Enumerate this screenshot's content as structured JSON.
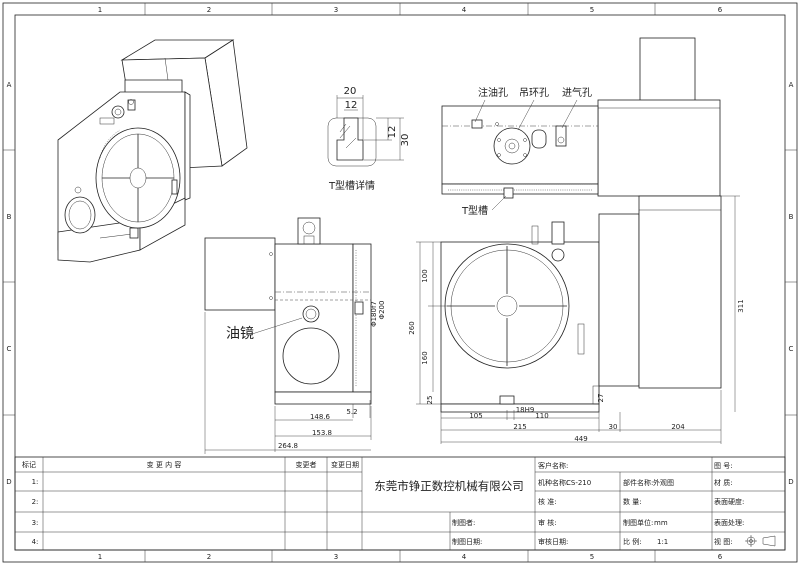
{
  "frame": {
    "columns": [
      "1",
      "2",
      "3",
      "4",
      "5",
      "6"
    ],
    "rows": [
      "A",
      "B",
      "C",
      "D"
    ]
  },
  "callouts": {
    "oil_fill_hole": "注油孔",
    "lifting_hole": "吊环孔",
    "air_inlet": "进气孔",
    "t_slot": "T型槽",
    "t_slot_detail": "T型槽详情",
    "oil_sight_glass": "油镜"
  },
  "t_slot_dims": {
    "w1": "20",
    "w2": "12",
    "h1": "12",
    "h2": "30"
  },
  "side_dims": {
    "d1": "148.6",
    "d2": "153.8",
    "d3": "264.8",
    "d4": "5.2",
    "dia1": "Φ180f7",
    "dia2": "Φ200"
  },
  "front_dims": {
    "h100": "100",
    "h260": "260",
    "h160": "160",
    "h25": "25",
    "h27": "27",
    "h311": "311",
    "w105": "105",
    "w18": "18H9",
    "w110": "110",
    "w215": "215",
    "w30": "30",
    "w204": "204",
    "w449": "449"
  },
  "title_block": {
    "col_mark": "标记",
    "col_content": "变 更 内 容",
    "col_changer": "变更者",
    "col_date": "变更日期",
    "rows": [
      "1:",
      "2:",
      "3:",
      "4:"
    ],
    "company": "东莞市铮正数控机械有限公司",
    "customer_name": "客户名称:",
    "part_no_label": "机种名称:",
    "part_no": "CS-210",
    "part_name_label": "部件名称:",
    "part_name": "外观图",
    "drawing_no": "图  号:",
    "material": "材  质:",
    "checked": "核    准:",
    "quantity": "数    量:",
    "surface_hardness": "表面硬度:",
    "drafter": "制图者:",
    "review": "审    核:",
    "unit_label": "制图单位:",
    "unit": "mm",
    "surface_treatment": "表面处理:",
    "draw_date": "制图日期:",
    "review_date": "审核日期:",
    "scale_label": "比    例:",
    "scale": "1:1",
    "view": "视   图:"
  }
}
